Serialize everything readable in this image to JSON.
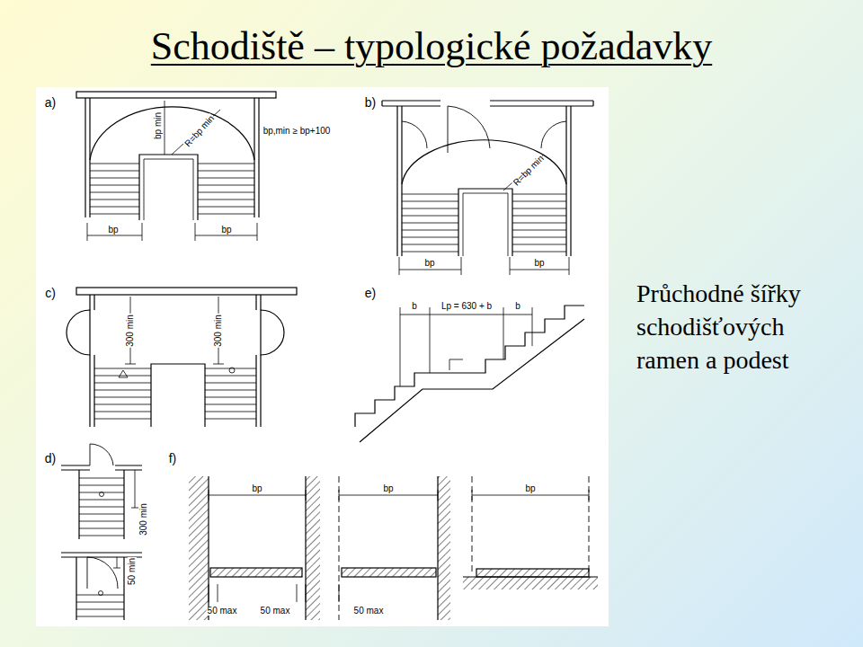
{
  "diagram": {
    "title": "Schodiště – typologické požadavky",
    "caption": "Průchodné šířky schodišťových ramen a podest",
    "labels": [
      "a)",
      "bp min",
      "R=bp min",
      "bp,min ≥ bp+100",
      "bp",
      "bp",
      "b)",
      "R=bp min",
      "bp",
      "bp",
      "c)",
      "300 min",
      "300 min",
      "e)",
      "b",
      "Lp = 630 + b",
      "b",
      "d)",
      "300 min",
      "50 min",
      "f)",
      "bp",
      "bp",
      "bp",
      "50 max",
      "50 max",
      "50 max"
    ]
  }
}
